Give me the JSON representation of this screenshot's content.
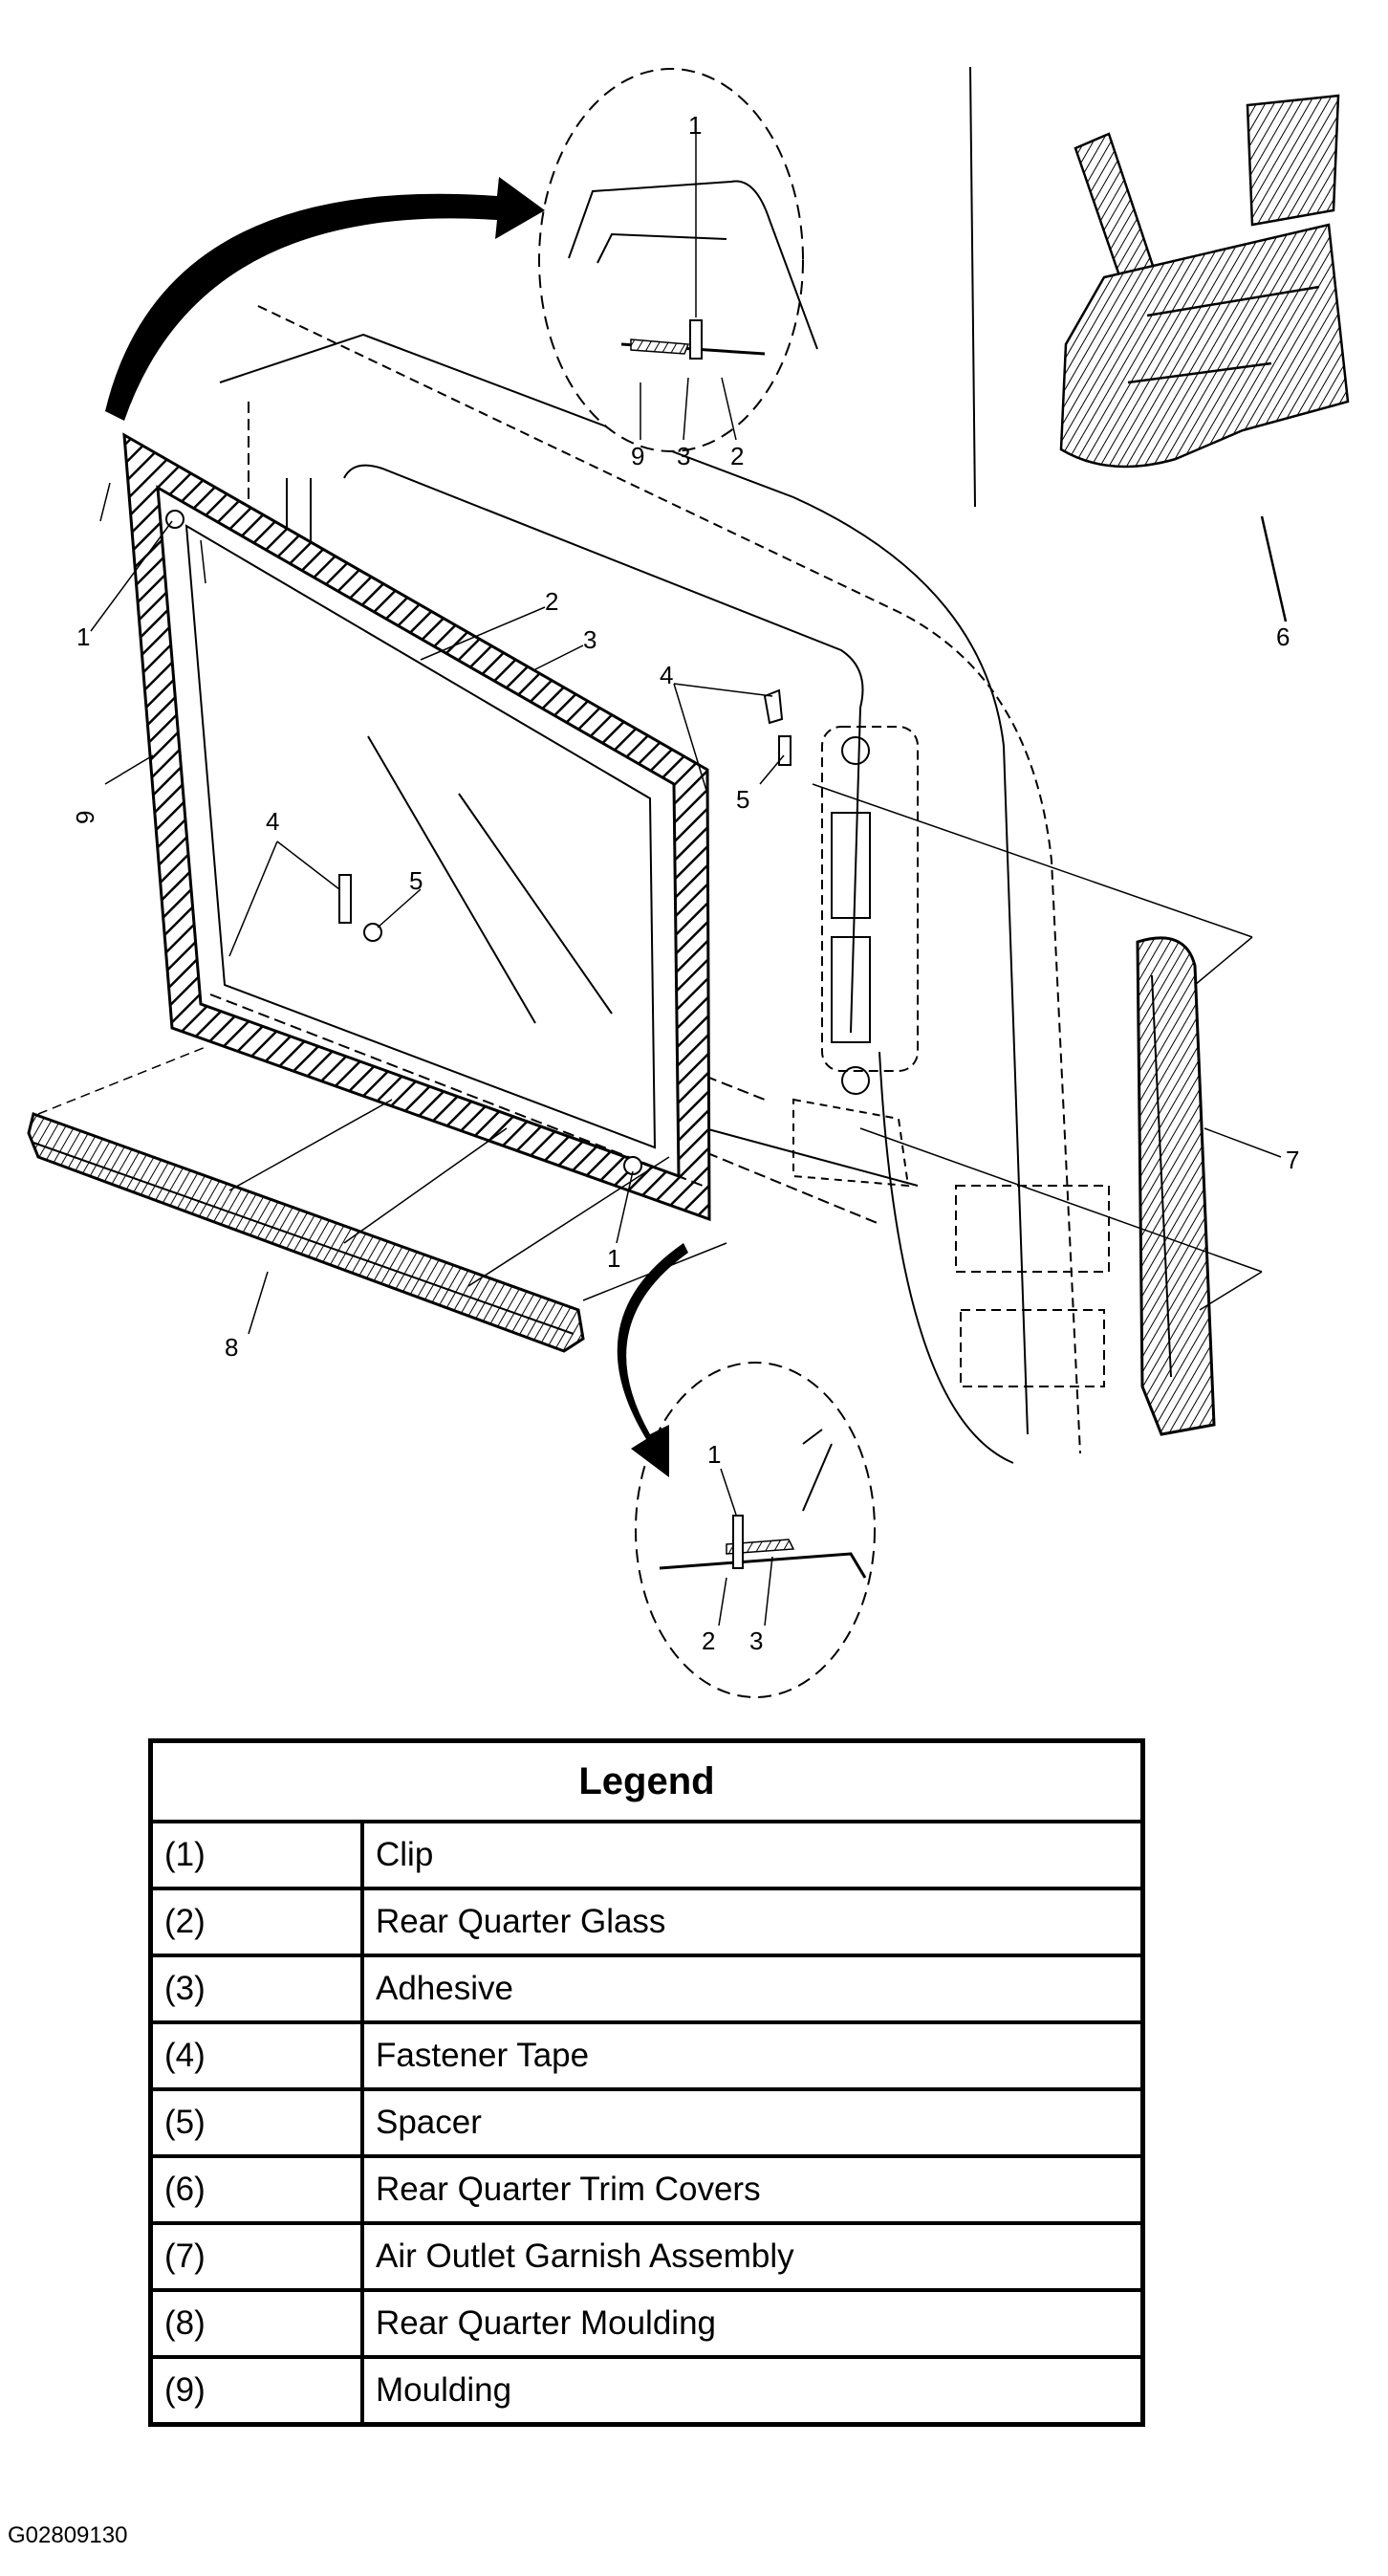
{
  "diagram": {
    "callouts": {
      "detail_top_1": "1",
      "detail_top_9": "9",
      "detail_top_3": "3",
      "detail_top_2": "2",
      "main_1_left": "1",
      "main_2": "2",
      "main_3": "3",
      "main_4_right": "4",
      "main_5_right": "5",
      "main_9": "9",
      "main_4_left": "4",
      "main_5_center": "5",
      "main_1_bottom": "1",
      "main_8": "8",
      "trim_6": "6",
      "garnish_7": "7",
      "detail_bottom_1": "1",
      "detail_bottom_2": "2",
      "detail_bottom_3": "3"
    }
  },
  "legend": {
    "title": "Legend",
    "rows": [
      {
        "num": "(1)",
        "label": "Clip"
      },
      {
        "num": "(2)",
        "label": "Rear Quarter Glass"
      },
      {
        "num": "(3)",
        "label": "Adhesive"
      },
      {
        "num": "(4)",
        "label": "Fastener Tape"
      },
      {
        "num": "(5)",
        "label": "Spacer"
      },
      {
        "num": "(6)",
        "label": "Rear Quarter Trim Covers"
      },
      {
        "num": "(7)",
        "label": "Air Outlet Garnish Assembly"
      },
      {
        "num": "(8)",
        "label": "Rear Quarter Moulding"
      },
      {
        "num": "(9)",
        "label": "Moulding"
      }
    ]
  },
  "figure_id": "G02809130"
}
